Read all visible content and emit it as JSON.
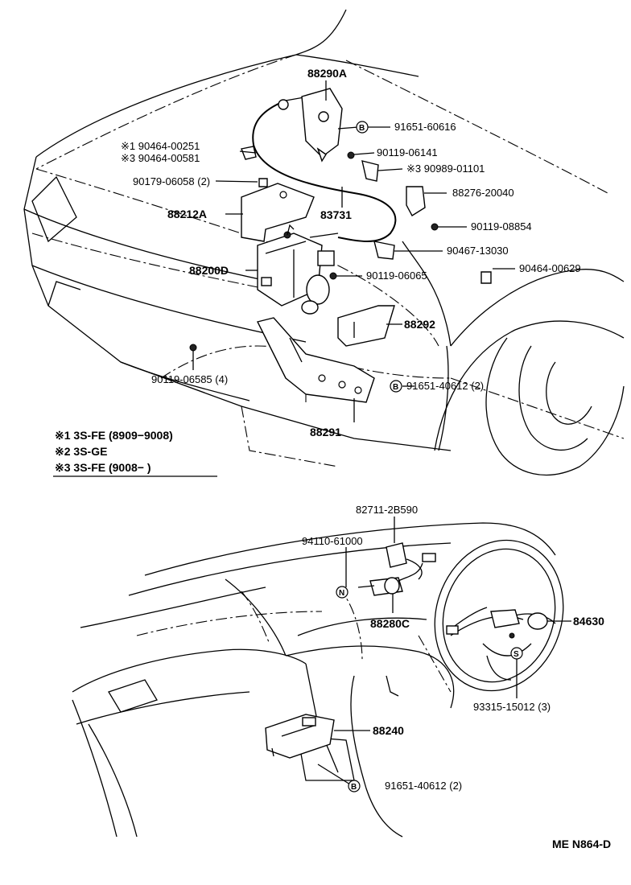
{
  "labels": {
    "p88290A": "88290A",
    "p91651_60616": "91651-60616",
    "p1_90464_00251": "※1 90464-00251",
    "p3_90464_00581": "※3 90464-00581",
    "p90119_06141": "90119-06141",
    "p3_90989_01101": "※3 90989-01101",
    "p90179_06058": "90179-06058 (2)",
    "p88276_20040": "88276-20040",
    "p88212A": "88212A",
    "p83731": "83731",
    "p90119_08854": "90119-08854",
    "p90467_13030": "90467-13030",
    "p88200D": "88200D",
    "p90119_06065": "90119-06065",
    "p90464_00629": "90464-00629",
    "p88292": "88292",
    "p90119_06585": "90119-06585 (4)",
    "p91651_40612a": "91651-40612 (2)",
    "p88291": "88291",
    "p82711_2B590": "82711-2B590",
    "p94110_61000": "94110-61000",
    "p88280C": "88280C",
    "p84630": "84630",
    "p93315_15012": "93315-15012 (3)",
    "p88240": "88240",
    "p91651_40612b": "91651-40612 (2)"
  },
  "notes": {
    "n1": "※1 3S-FE (8909−9008)",
    "n2": "※2 3S-GE",
    "n3": "※3 3S-FE (9008−        )"
  },
  "symbols": {
    "b": "B",
    "n": "N",
    "s": "S"
  },
  "footer": {
    "code": "ME N864-D"
  }
}
